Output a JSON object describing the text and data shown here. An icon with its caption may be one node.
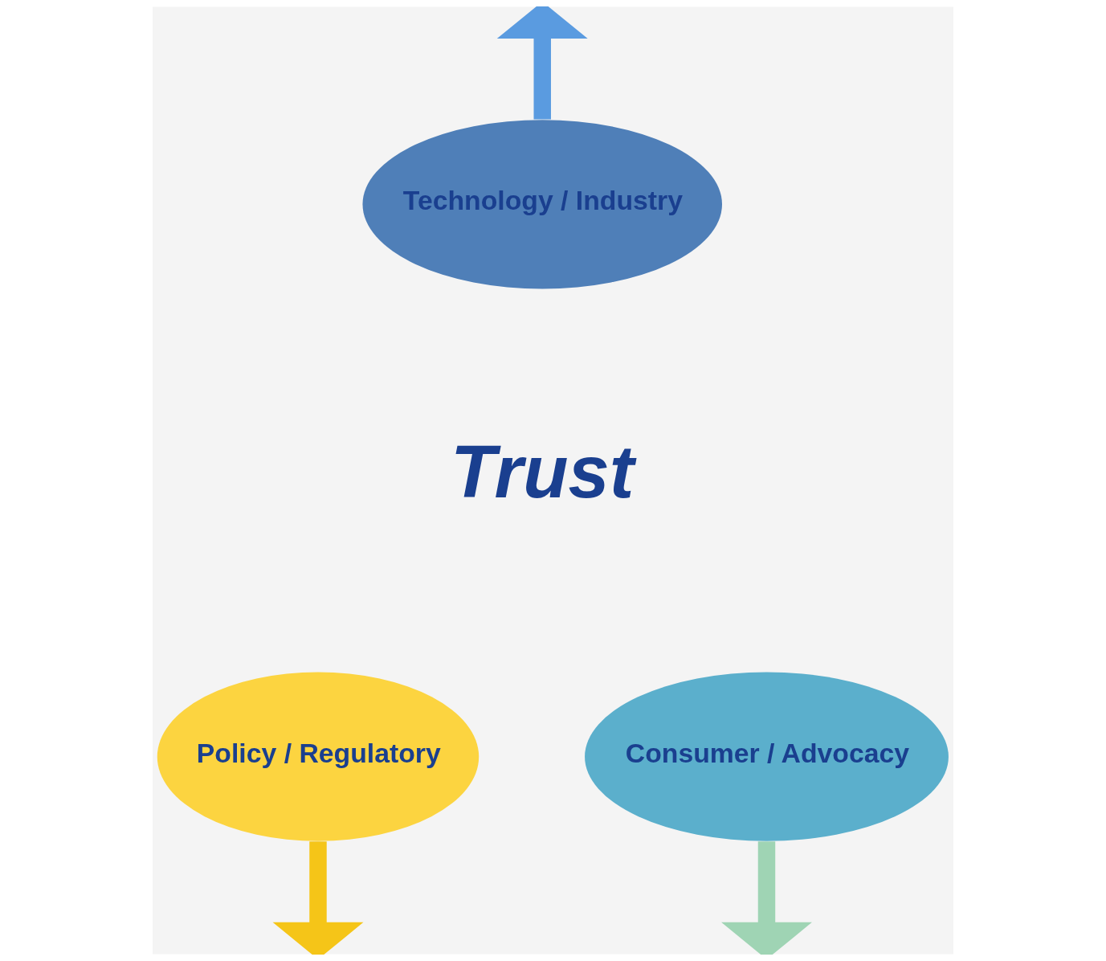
{
  "diagram": {
    "nodes": [
      {
        "text": [
          "Technology / Industry"
        ]
      },
      {
        "text": [
          "Policy / Regulatory"
        ]
      },
      {
        "text": [
          "Consumer / Advocacy"
        ]
      }
    ],
    "edges": [
      {
        "from": 0,
        "to": null,
        "arrow": "to",
        "color": "#5a9be0"
      },
      {
        "from": 1,
        "to": null,
        "arrow": "to",
        "color": "#f5c518"
      },
      {
        "from": 2,
        "to": null,
        "arrow": "to",
        "color": "#9fd4b4"
      }
    ],
    "labels": [
      "Trust"
    ]
  }
}
